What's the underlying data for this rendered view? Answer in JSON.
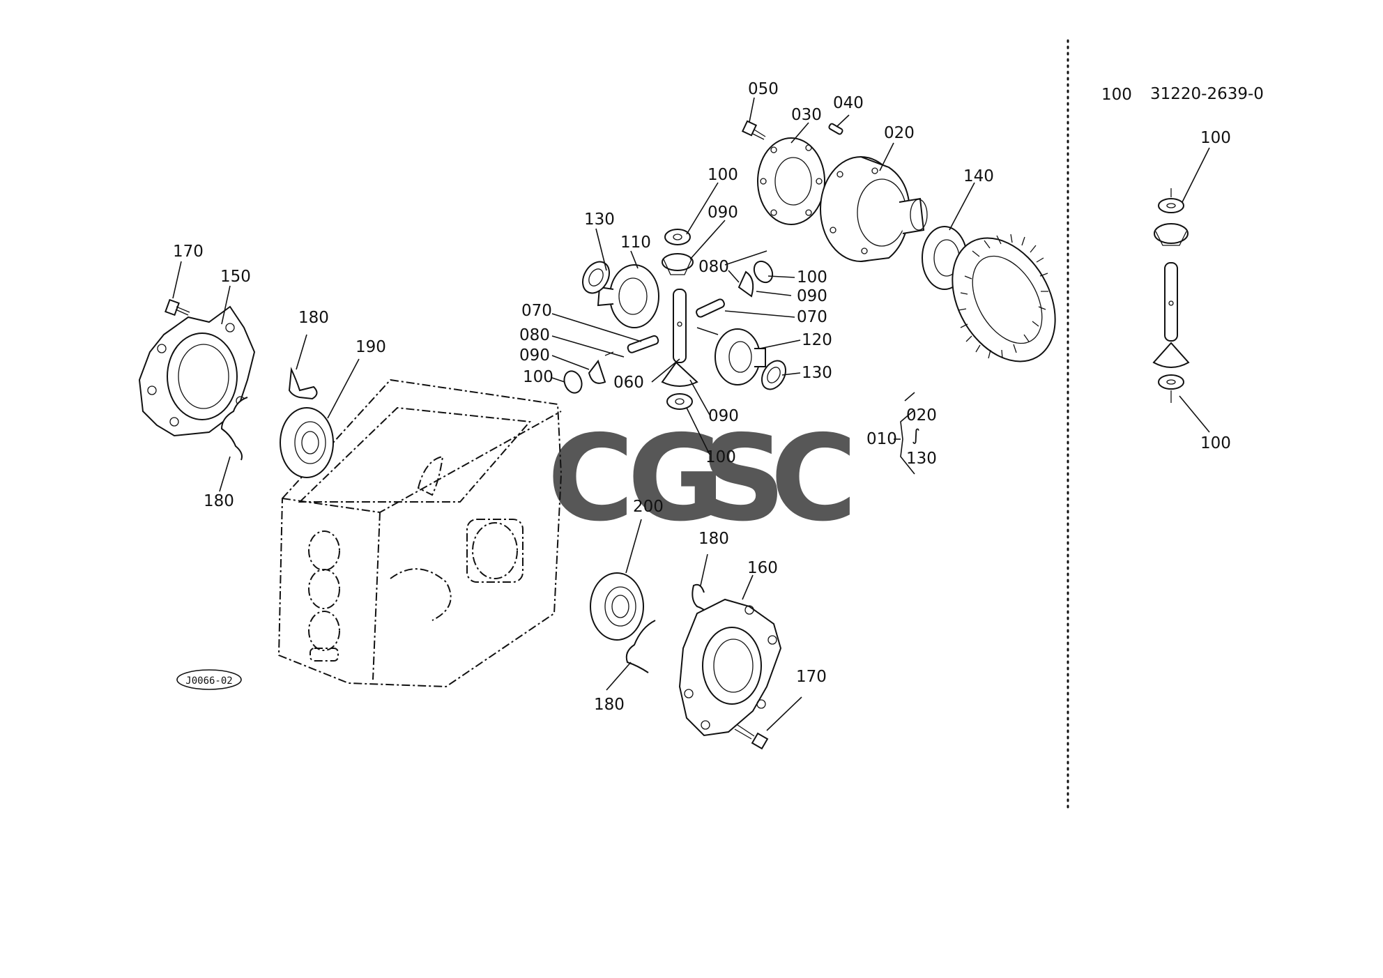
{
  "labels": {
    "l050": "050",
    "l030": "030",
    "l040": "040",
    "l020": "020",
    "l140": "140",
    "l100a": "100",
    "l090a": "090",
    "l130a": "130",
    "l110": "110",
    "l080a": "080",
    "l100b": "100",
    "l090b": "090",
    "l070a": "070",
    "l070b": "070",
    "l080b": "080",
    "l090c": "090",
    "l100c": "100",
    "l060": "060",
    "l120": "120",
    "l130b": "130",
    "l090d": "090",
    "l100d": "100",
    "l170a": "170",
    "l150": "150",
    "l180a": "180",
    "l190": "190",
    "l180b": "180",
    "l200": "200",
    "l180c": "180",
    "l160": "160",
    "l180d": "180",
    "l170b": "170"
  },
  "group": {
    "parent": "010",
    "first": "020",
    "range": "∫",
    "last": "130"
  },
  "diagram_code": "J0066-02",
  "side_panel": {
    "ref": "100",
    "part_number": "31220-2639-0",
    "top_label": "100",
    "bottom_label": "100"
  },
  "watermark": {
    "letters": [
      "C",
      "G",
      "S",
      "C"
    ],
    "colors": [
      "#5b8def",
      "#ef6b6b",
      "#f6cf4b",
      "#4fb38a"
    ]
  }
}
